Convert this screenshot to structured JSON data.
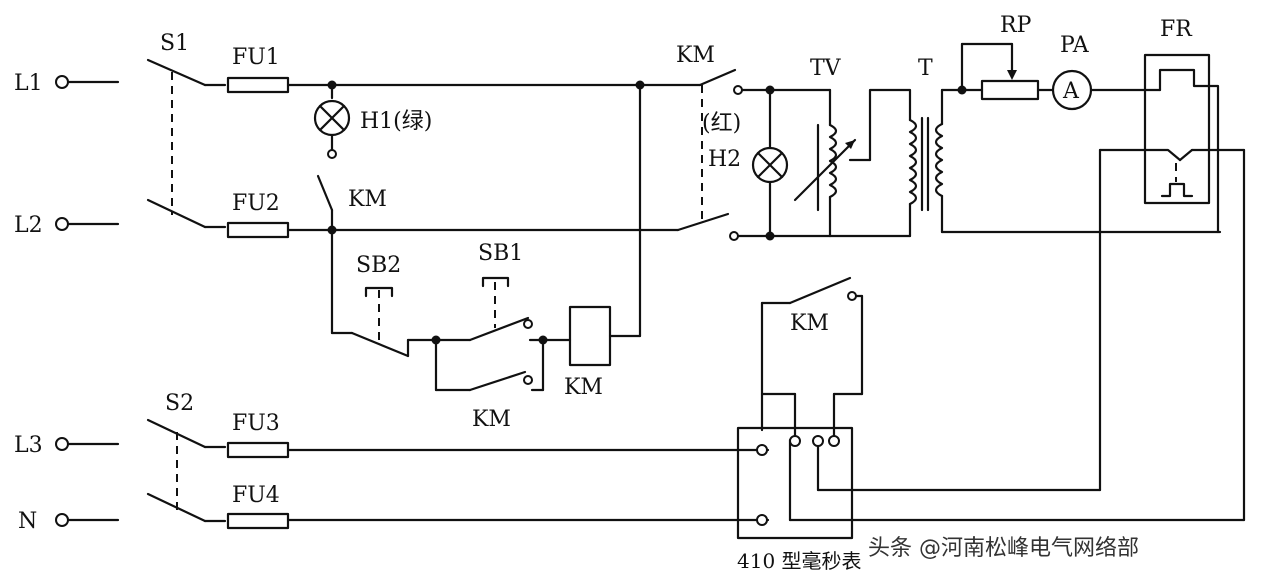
{
  "terminals": {
    "l1": "L1",
    "l2": "L2",
    "l3": "L3",
    "n": "N"
  },
  "switches": {
    "s1": "S1",
    "s2": "S2"
  },
  "fuses": {
    "fu1": "FU1",
    "fu2": "FU2",
    "fu3": "FU3",
    "fu4": "FU4"
  },
  "lamps": {
    "h1": "H1(绿)",
    "h2": "H2",
    "h2_color": "(红)"
  },
  "buttons": {
    "sb1": "SB1",
    "sb2": "SB2"
  },
  "contactor": {
    "km": "KM"
  },
  "components": {
    "tv": "TV",
    "t": "T",
    "rp": "RP",
    "pa": "PA",
    "ammeter_symbol": "A",
    "fr": "FR"
  },
  "timer": {
    "label": "410 型毫秒表"
  },
  "watermark": {
    "text": "头条 @河南松峰电气网络部"
  }
}
